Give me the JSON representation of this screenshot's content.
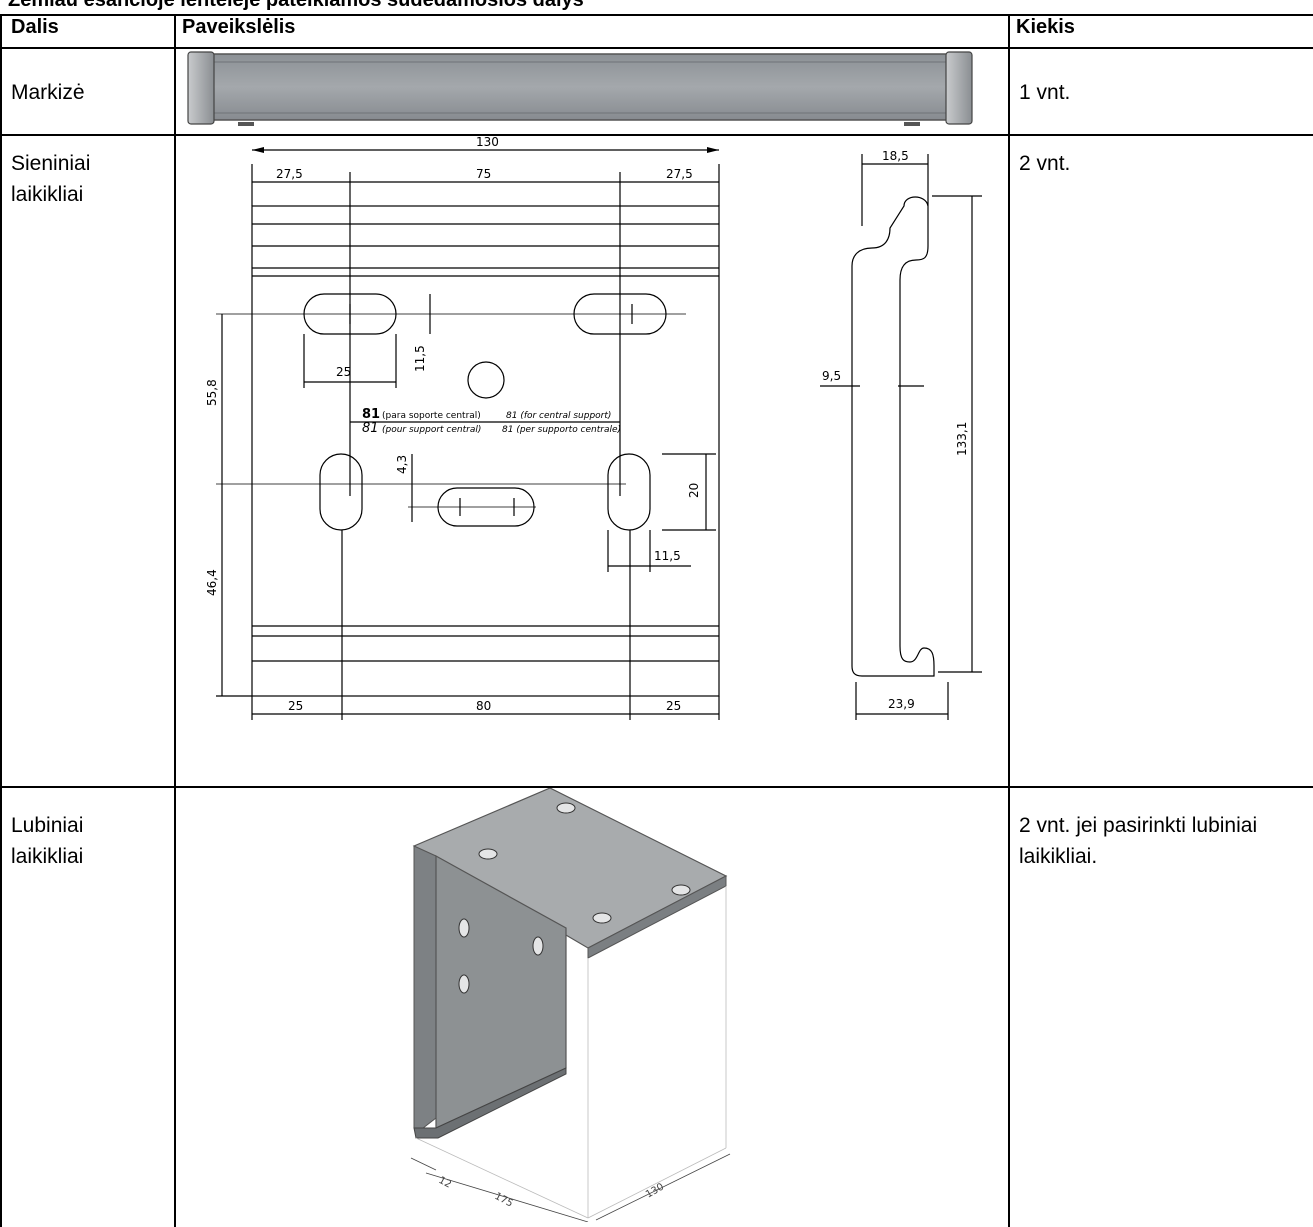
{
  "top_text": "Žemiau esančioje lentelėje pateikiamos sudedamosios dalys",
  "table": {
    "headers": [
      "Dalis",
      "Paveikslėlis",
      "Kiekis"
    ],
    "rows": [
      {
        "part": "Markizė",
        "qty": "1 vnt."
      },
      {
        "part": "Sieniniai laikikliai",
        "qty": "2 vnt."
      },
      {
        "part": "Lubiniai laikikliai",
        "qty": "2 vnt. jei pasirinkti lubiniai laikikliai."
      }
    ]
  },
  "drawing": {
    "dims": {
      "width": "130",
      "left_margin": "27,5",
      "hole_spacing": "75",
      "right_margin": "27,5",
      "slot_width": "25",
      "slot_height": "11,5",
      "height_upper": "55,8",
      "height_lower": "46,4",
      "center_offset": "4,3",
      "vslot_height": "20",
      "vslot_width": "11,5",
      "bottom_left": "25",
      "bottom_mid": "80",
      "bottom_right": "25",
      "profile_top": "18,5",
      "profile_mid": "9,5",
      "profile_height": "133,1",
      "profile_bottom": "23,9",
      "iso_thickness": "12",
      "iso_length": "175",
      "iso_width": "130"
    },
    "note_line1_num": "81",
    "note_line1_a": "(para soporte central)",
    "note_line1_b": "81 (for central support)",
    "note_line2_num": "81",
    "note_line2_a": "(pour support central)",
    "note_line2_b": "81 (per supporto centrale)"
  }
}
